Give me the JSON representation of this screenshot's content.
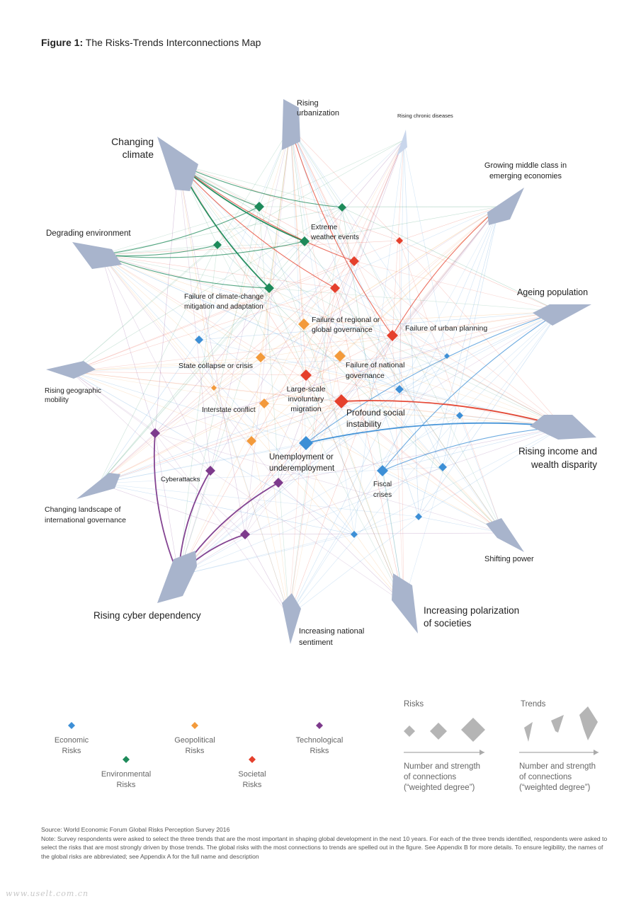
{
  "figure": {
    "label": "Figure 1:",
    "title": "The Risks-Trends Interconnections Map"
  },
  "colors": {
    "economic": "#3d8fd6",
    "environmental": "#1e8a5a",
    "geopolitical": "#f39a3b",
    "societal": "#e5402c",
    "technological": "#7d3a8c",
    "trend": "#a8b4cc",
    "trend_light": "#c9d6ec"
  },
  "trends": [
    {
      "id": "urb",
      "name": "Rising urbanization",
      "lines": [
        "Rising",
        "urbanization"
      ],
      "size": "medium"
    },
    {
      "id": "chronic",
      "name": "Rising chronic diseases",
      "lines": [
        "Rising chronic diseases"
      ],
      "size": "small"
    },
    {
      "id": "middle",
      "name": "Growing middle class in emerging economies",
      "lines": [
        "Growing middle class in",
        "emerging economies"
      ],
      "size": "medium"
    },
    {
      "id": "climate",
      "name": "Changing climate",
      "lines": [
        "Changing",
        "climate"
      ],
      "size": "large"
    },
    {
      "id": "degrading",
      "name": "Degrading environment",
      "lines": [
        "Degrading environment"
      ],
      "size": "medium"
    },
    {
      "id": "ageing",
      "name": "Ageing population",
      "lines": [
        "Ageing population"
      ],
      "size": "medium"
    },
    {
      "id": "mobility",
      "name": "Rising geographic mobility",
      "lines": [
        "Rising geographic",
        "mobility"
      ],
      "size": "small"
    },
    {
      "id": "income",
      "name": "Rising income and wealth disparity",
      "lines": [
        "Rising income and",
        "wealth disparity"
      ],
      "size": "large"
    },
    {
      "id": "governance",
      "name": "Changing landscape of international governance",
      "lines": [
        "Changing landscape of",
        "international governance"
      ],
      "size": "small"
    },
    {
      "id": "power",
      "name": "Shifting power",
      "lines": [
        "Shifting power"
      ],
      "size": "small"
    },
    {
      "id": "cyber",
      "name": "Rising cyber dependency",
      "lines": [
        "Rising cyber dependency"
      ],
      "size": "large"
    },
    {
      "id": "polar",
      "name": "Increasing polarization of societies",
      "lines": [
        "Increasing polarization",
        "of societies"
      ],
      "size": "large"
    },
    {
      "id": "national",
      "name": "Increasing national sentiment",
      "lines": [
        "Increasing national",
        "sentiment"
      ],
      "size": "medium"
    }
  ],
  "risks": [
    {
      "id": "env1",
      "category": "environmental",
      "name": ""
    },
    {
      "id": "env2",
      "category": "environmental",
      "name": ""
    },
    {
      "id": "env3",
      "category": "environmental",
      "name": ""
    },
    {
      "id": "extreme",
      "category": "environmental",
      "name": "Extreme weather events",
      "lines": [
        "Extreme",
        "weather events"
      ]
    },
    {
      "id": "climfail",
      "category": "environmental",
      "name": "Failure of climate-change mitigation and adaptation",
      "lines": [
        "Failure of climate-change",
        "mitigation and adaptation"
      ]
    },
    {
      "id": "soc1",
      "category": "societal",
      "name": ""
    },
    {
      "id": "soc2",
      "category": "societal",
      "name": ""
    },
    {
      "id": "soc3",
      "category": "societal",
      "name": ""
    },
    {
      "id": "urbanfail",
      "category": "societal",
      "name": "Failure of urban planning",
      "lines": [
        "Failure of urban planning"
      ]
    },
    {
      "id": "migration",
      "category": "societal",
      "name": "Large-scale involuntary migration",
      "lines": [
        "Large-scale",
        "involuntary",
        "migration"
      ]
    },
    {
      "id": "instability",
      "category": "societal",
      "name": "Profound social instability",
      "lines": [
        "Profound social",
        "instability"
      ]
    },
    {
      "id": "regional",
      "category": "geopolitical",
      "name": "Failure of regional or global governance",
      "lines": [
        "Failure of regional or",
        "global governance"
      ]
    },
    {
      "id": "national_gov",
      "category": "geopolitical",
      "name": "Failure of national governance",
      "lines": [
        "Failure of national",
        "governance"
      ]
    },
    {
      "id": "collapse",
      "category": "geopolitical",
      "name": "State collapse or crisis",
      "lines": [
        "State collapse or crisis"
      ]
    },
    {
      "id": "interstate",
      "category": "geopolitical",
      "name": "Interstate conflict",
      "lines": [
        "Interstate conflict"
      ]
    },
    {
      "id": "geo5",
      "category": "geopolitical",
      "name": ""
    },
    {
      "id": "geo6",
      "category": "geopolitical",
      "name": ""
    },
    {
      "id": "unemp",
      "category": "economic",
      "name": "Unemployment or underemployment",
      "lines": [
        "Unemployment or",
        "underemployment"
      ]
    },
    {
      "id": "fiscal",
      "category": "economic",
      "name": "Fiscal crises",
      "lines": [
        "Fiscal",
        "crises"
      ]
    },
    {
      "id": "eco1",
      "category": "economic",
      "name": ""
    },
    {
      "id": "eco2",
      "category": "economic",
      "name": ""
    },
    {
      "id": "eco3",
      "category": "economic",
      "name": ""
    },
    {
      "id": "eco4",
      "category": "economic",
      "name": ""
    },
    {
      "id": "eco5",
      "category": "economic",
      "name": ""
    },
    {
      "id": "eco6",
      "category": "economic",
      "name": ""
    },
    {
      "id": "eco7",
      "category": "economic",
      "name": ""
    },
    {
      "id": "cyberatt",
      "category": "technological",
      "name": "Cyberattacks",
      "lines": [
        "Cyberattacks"
      ]
    },
    {
      "id": "tech1",
      "category": "technological",
      "name": ""
    },
    {
      "id": "tech2",
      "category": "technological",
      "name": ""
    },
    {
      "id": "tech3",
      "category": "technological",
      "name": ""
    }
  ],
  "connections": [
    {
      "from": "climate",
      "to": "extreme",
      "strength": "strong"
    },
    {
      "from": "climate",
      "to": "climfail",
      "strength": "strong"
    },
    {
      "from": "climate",
      "to": "env1",
      "strength": "medium"
    },
    {
      "from": "climate",
      "to": "env3",
      "strength": "medium"
    },
    {
      "from": "climate",
      "to": "soc1",
      "strength": "medium"
    },
    {
      "from": "climate",
      "to": "soc2",
      "strength": "medium"
    },
    {
      "from": "degrading",
      "to": "env1",
      "strength": "medium"
    },
    {
      "from": "degrading",
      "to": "env2",
      "strength": "medium"
    },
    {
      "from": "degrading",
      "to": "extreme",
      "strength": "medium"
    },
    {
      "from": "degrading",
      "to": "climfail",
      "strength": "medium"
    },
    {
      "from": "urb",
      "to": "urbanfail",
      "strength": "medium"
    },
    {
      "from": "middle",
      "to": "urbanfail",
      "strength": "medium"
    },
    {
      "from": "ageing",
      "to": "fiscal",
      "strength": "medium"
    },
    {
      "from": "ageing",
      "to": "unemp",
      "strength": "medium"
    },
    {
      "from": "income",
      "to": "instability",
      "strength": "strong"
    },
    {
      "from": "income",
      "to": "unemp",
      "strength": "strong"
    },
    {
      "from": "income",
      "to": "fiscal",
      "strength": "medium"
    },
    {
      "from": "cyber",
      "to": "cyberatt",
      "strength": "strong"
    },
    {
      "from": "cyber",
      "to": "tech1",
      "strength": "strong"
    },
    {
      "from": "cyber",
      "to": "tech2",
      "strength": "strong"
    },
    {
      "from": "cyber",
      "to": "tech3",
      "strength": "strong"
    }
  ],
  "legend": {
    "categories": [
      {
        "key": "economic",
        "lines": [
          "Economic",
          "Risks"
        ]
      },
      {
        "key": "environmental",
        "lines": [
          "Environmental",
          "Risks"
        ]
      },
      {
        "key": "geopolitical",
        "lines": [
          "Geopolitical",
          "Risks"
        ]
      },
      {
        "key": "societal",
        "lines": [
          "Societal",
          "Risks"
        ]
      },
      {
        "key": "technological",
        "lines": [
          "Technological",
          "Risks"
        ]
      }
    ],
    "risks_title": "Risks",
    "trends_title": "Trends",
    "axis_caption": [
      "Number and strength",
      "of connections",
      "(“weighted degree”)"
    ]
  },
  "footnote": {
    "source": "Source: World Economic Forum Global Risks Perception Survey 2016",
    "note": "Note: Survey respondents were asked to select the three trends that are the most important in shaping global development in the next 10 years. For each of the three trends identified, respondents were asked to select the risks that are most strongly driven by those trends. The global risks with the most connections to trends are spelled out in the figure. See Appendix B for more details. To ensure legibility, the names of the global risks are abbreviated; see Appendix A for the full name and description"
  },
  "watermark": "www.uselt.com.cn"
}
